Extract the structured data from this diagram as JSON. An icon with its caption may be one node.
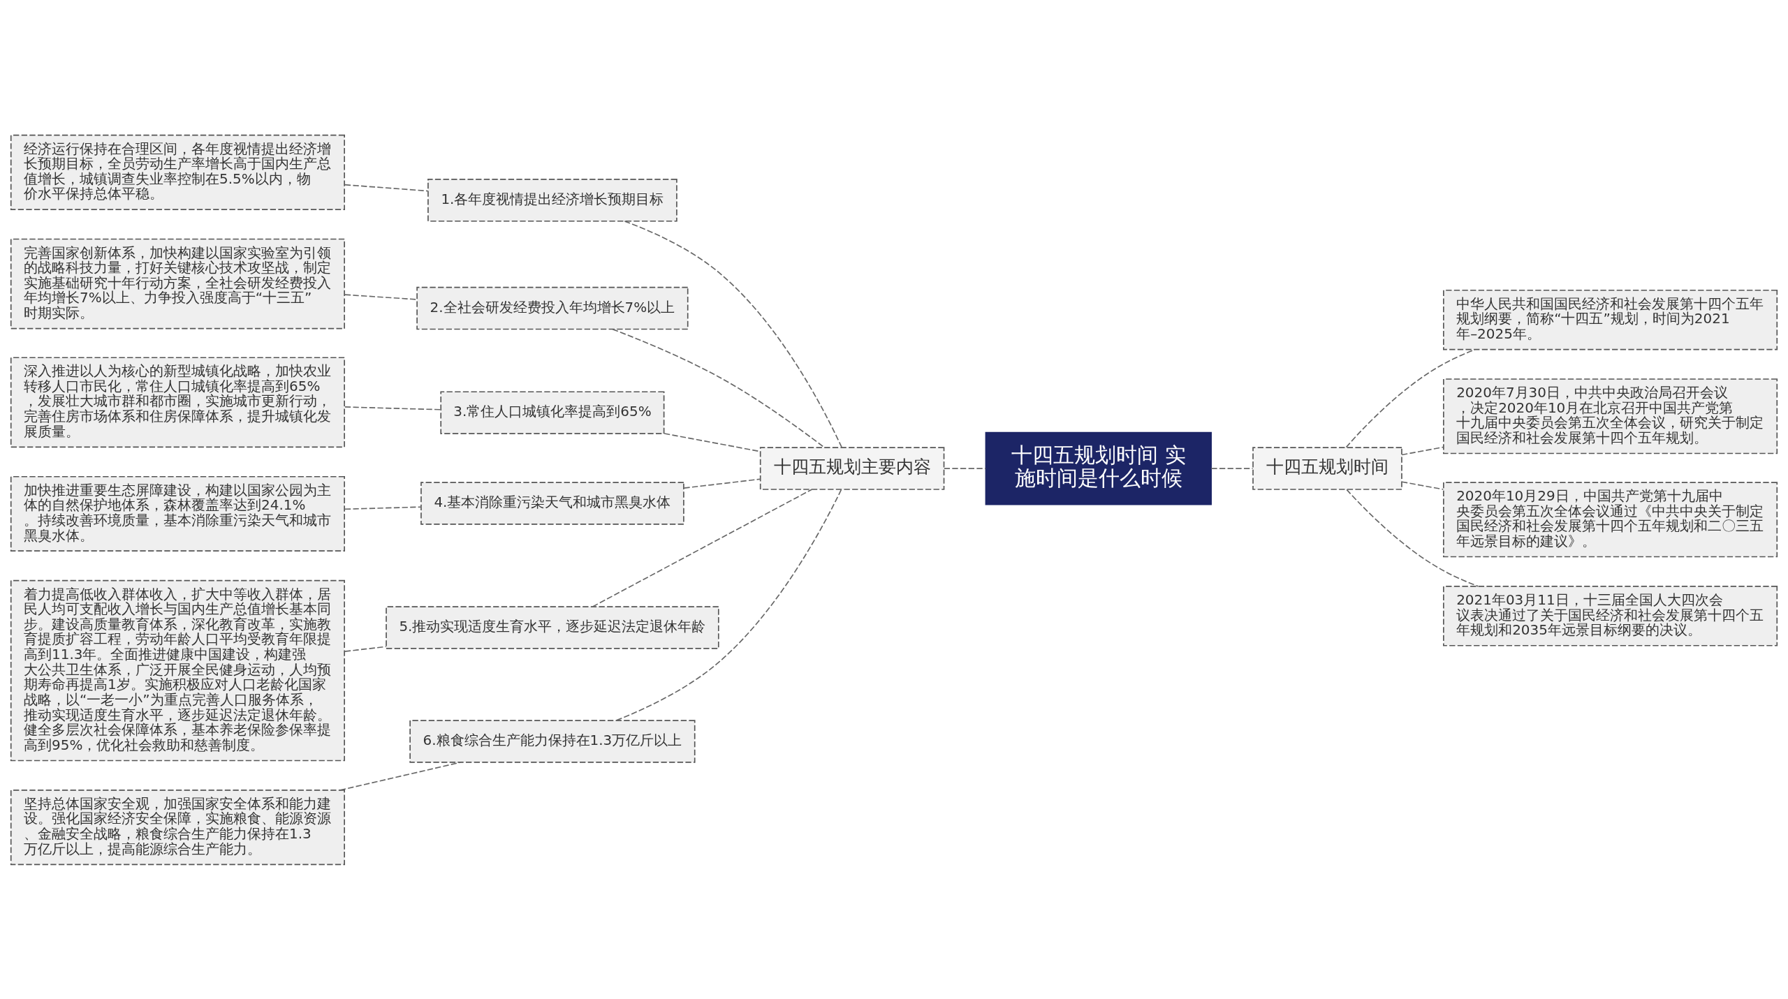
{
  "diagram": {
    "nodes": [
      {
        "text": [
          "十四五规划时间 实施时间是什么时候"
        ]
      },
      {
        "text": [
          "十四五规划主要内容"
        ]
      },
      {
        "text": [
          "1.各年度视情提出经济增长预期目标"
        ]
      },
      {
        "text": [
          "2.全社会研发经费投入年均增长7%以上"
        ]
      },
      {
        "text": [
          "3.常住人口城镇化率提高到65%"
        ]
      },
      {
        "text": [
          "4.基本消除重污染天气和城市黑臭水体"
        ]
      },
      {
        "text": [
          "5.推动实现适度生育水平，逐步延迟法定退休年龄"
        ]
      },
      {
        "text": [
          "6.粮食综合生产能力保持在1.3万亿斤以上"
        ]
      },
      {
        "text": [
          "经济运行保持在合理区间，各年度视情提出经济增长预期目标，全员劳动生产率增长高于国内生产总值增长，城镇调查失业率控制在5.5%以内，物价水平保持总体平稳。"
        ]
      },
      {
        "text": [
          "完善国家创新体系，加快构建以国家实验室为引领的战略科技力量，打好关键核心技术攻坚战，制定实施基础研究十年行动方案，全社会研发经费投入年均增长7%以上、力争投入强度高于“十三五”时期实际。"
        ]
      },
      {
        "text": [
          "深入推进以人为核心的新型城镇化战略，加快农业转移人口市民化，常住人口城镇化率提高到65%，发展壮大城市群和都市圈，实施城市更新行动，完善住房市场体系和住房保障体系，提升城镇化发展质量。"
        ]
      },
      {
        "text": [
          "加快推进重要生态屏障建设，构建以国家公园为主体的自然保护地体系，森林覆盖率达到24.1%。持续改善环境质量，基本消除重污染天气和城市黑臭水体。"
        ]
      },
      {
        "text": [
          "着力提高低收入群体收入，扩大中等收入群体，居民人均可支配收入增长与国内生产总值增长基本同步。建设高质量教育体系，深化教育改革，实施教育提质扩容工程，劳动年龄人口平均受教育年限提高到11.3年。全面推进健康中国建设，构建强大公共卫生体系，广泛开展全民健身运动，人均预期寿命再提高1岁。实施积极应对人口老龄化国家战略，以“一老一小”为重点完善人口服务体系，推动实现适度生育水平，逐步延迟法定退休年龄。健全多层次社会保障体系，基本养老保险参保率提高到95%，优化社会救助和慈善制度。"
        ]
      },
      {
        "text": [
          "坚持总体国家安全观，加强国家安全体系和能力建设。强化国家经济安全保障，实施粮食、能源资源、金融安全战略，粮食综合生产能力保持在1.3万亿斤以上，提高能源综合生产能力。"
        ]
      },
      {
        "text": [
          "十四五规划时间"
        ]
      },
      {
        "text": [
          "中华人民共和国国民经济和社会发展第十四个五年规划纲要，简称“十四五”规划，时间为2021年–2025年。"
        ]
      },
      {
        "text": [
          "2020年7月30日，中共中央政治局召开会议，决定2020年10月在北京召开中国共产党第十九届中央委员会第五次全体会议，研究关于制定国民经济和社会发展第十四个五年规划。"
        ]
      },
      {
        "text": [
          "2020年10月29日，中国共产党第十九届中央委员会第五次全体会议通过《中共中央关于制定国民经济和社会发展第十四个五年规划和二〇三五年远景目标的建议》。"
        ]
      },
      {
        "text": [
          "2021年03月11日，十三届全国人大四次会议表决通过了关于国民经济和社会发展第十四个五年规划和2035年远景目标纲要的决议。"
        ]
      }
    ],
    "edges": [
      {
        "from": 0,
        "to": 1,
        "arrow": "none",
        "style": "dashed"
      },
      {
        "from": 1,
        "to": 2,
        "arrow": "none",
        "style": "dashed"
      },
      {
        "from": 1,
        "to": 3,
        "arrow": "none",
        "style": "dashed"
      },
      {
        "from": 1,
        "to": 4,
        "arrow": "none",
        "style": "dashed"
      },
      {
        "from": 1,
        "to": 5,
        "arrow": "none",
        "style": "dashed"
      },
      {
        "from": 1,
        "to": 6,
        "arrow": "none",
        "style": "dashed"
      },
      {
        "from": 1,
        "to": 7,
        "arrow": "none",
        "style": "dashed"
      },
      {
        "from": 2,
        "to": 8,
        "arrow": "none",
        "style": "dashed"
      },
      {
        "from": 3,
        "to": 9,
        "arrow": "none",
        "style": "dashed"
      },
      {
        "from": 4,
        "to": 10,
        "arrow": "none",
        "style": "dashed"
      },
      {
        "from": 5,
        "to": 11,
        "arrow": "none",
        "style": "dashed"
      },
      {
        "from": 6,
        "to": 12,
        "arrow": "none",
        "style": "dashed"
      },
      {
        "from": 7,
        "to": 13,
        "arrow": "none",
        "style": "dashed"
      },
      {
        "from": 0,
        "to": 14,
        "arrow": "none",
        "style": "dashed"
      },
      {
        "from": 14,
        "to": 15,
        "arrow": "none",
        "style": "dashed"
      },
      {
        "from": 14,
        "to": 16,
        "arrow": "none",
        "style": "dashed"
      },
      {
        "from": 14,
        "to": 17,
        "arrow": "none",
        "style": "dashed"
      },
      {
        "from": 14,
        "to": 18,
        "arrow": "none",
        "style": "dashed"
      }
    ]
  }
}
